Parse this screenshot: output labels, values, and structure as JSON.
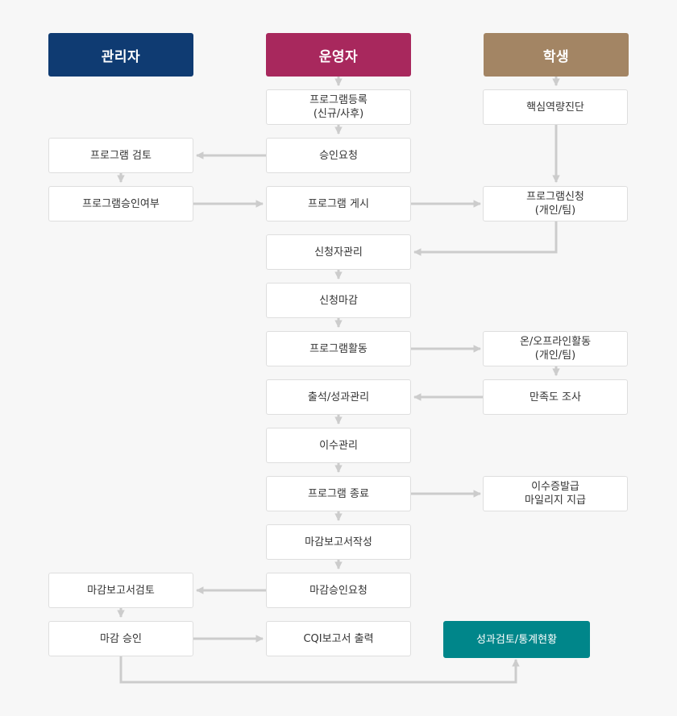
{
  "headers": {
    "admin": "관리자",
    "operator": "운영자",
    "student": "학생"
  },
  "colors": {
    "admin": "#0f3b72",
    "operator": "#a8285d",
    "student": "#a38564",
    "teal": "#00868a",
    "arrow": "#cccccc"
  },
  "operator": {
    "register": [
      "프로그램등록",
      "(신규/사후)"
    ],
    "approval_request": "승인요청",
    "post": "프로그램 게시",
    "applicant_mgmt": "신청자관리",
    "application_close": "신청마감",
    "activity": "프로그램활동",
    "attendance": "출석/성과관리",
    "completion_mgmt": "이수관리",
    "end": "프로그램 종료",
    "final_report": "마감보고서작성",
    "final_approval_request": "마감승인요청",
    "cqi_output": "CQI보고서 출력"
  },
  "admin": {
    "review": "프로그램 검토",
    "approve_decision": "프로그램승인여부",
    "final_report_review": "마감보고서검토",
    "final_approval": "마감 승인"
  },
  "student": {
    "diagnosis": "핵심역량진단",
    "apply": [
      "프로그램신청",
      "(개인/팀)"
    ],
    "activity": [
      "온/오프라인활동",
      "(개인/팀)"
    ],
    "survey": "만족도 조사",
    "certificate": [
      "이수증발급",
      "마일리지 지급"
    ]
  },
  "stats": "성과검토/통계현황"
}
